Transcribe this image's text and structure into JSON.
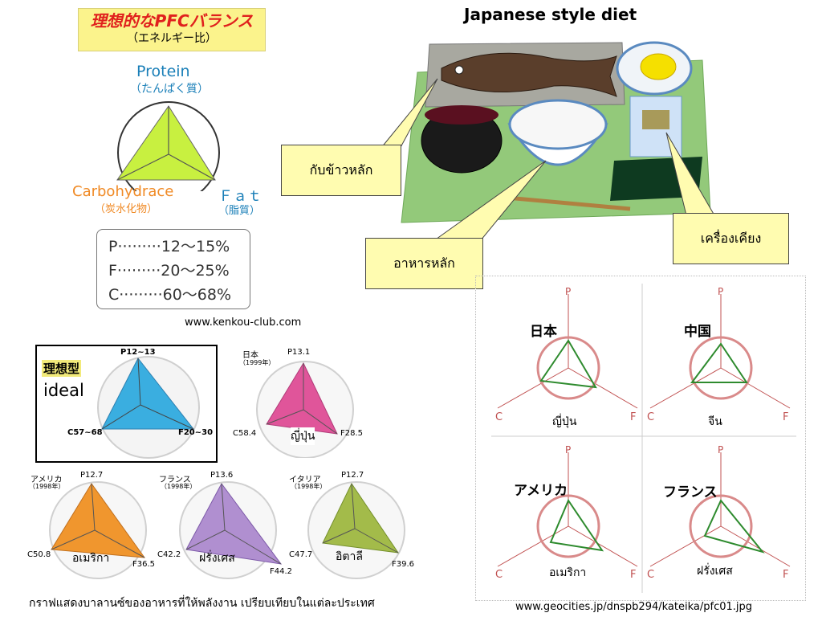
{
  "top_left": {
    "banner_title": "理想的なPFCバランス",
    "banner_subtitle": "（エネルギー比）",
    "protein_en": "Protein",
    "protein_jp": "（たんぱく質）",
    "carb_en": "Carbohydrace",
    "carb_jp": "（炭水化物）",
    "fat_en": "Ｆａｔ",
    "fat_jp": "（脂質）",
    "ranges": [
      "P·········12～15%",
      "F·········20～25%",
      "C·········60～68%"
    ],
    "source": "www.kenkou-club.com"
  },
  "meal": {
    "title": "Japanese style diet",
    "callout_side_main": "กับข้าวหลัก",
    "callout_staple": "อาหารหลัก",
    "callout_side": "เครื่องเคียง"
  },
  "mini_charts": {
    "ideal": {
      "jp": "理想型",
      "thai": "ideal",
      "p": "P12~13",
      "c": "C57~68",
      "f": "F20~30"
    },
    "japan": {
      "jp": "日本",
      "year": "（1999年）",
      "p": "P13.1",
      "c": "C58.4",
      "f": "F28.5",
      "thai": "ญี่ปุ่น"
    },
    "usa": {
      "jp": "アメリカ",
      "year": "（1998年）",
      "p": "P12.7",
      "c": "C50.8",
      "f": "F36.5",
      "thai": "อเมริกา"
    },
    "france": {
      "jp": "フランス",
      "year": "（1998年）",
      "p": "P13.6",
      "c": "C42.2",
      "f": "F44.2",
      "thai": "ฝรั่งเศส"
    },
    "italy": {
      "jp": "イタリア",
      "year": "（1998年）",
      "p": "P12.7",
      "c": "C47.7",
      "f": "F39.6",
      "thai": "อิตาลี"
    },
    "caption": "กราฟแสดงบาลานซ์ของอาหารที่ให้พลังงาน เปรียบเทียบในแต่ละประเทศ"
  },
  "radar_panel": {
    "axis_p": "P",
    "axis_c": "C",
    "axis_f": "F",
    "cells": [
      {
        "jp": "日本",
        "thai": "ญี่ปุ่น"
      },
      {
        "jp": "中国",
        "thai": "จีน"
      },
      {
        "jp": "アメリカ",
        "thai": "อเมริกา"
      },
      {
        "jp": "フランス",
        "thai": "ฝรั่งเศส"
      }
    ],
    "source": "www.geocities.jp/dnspb294/kateika/pfc01.jpg"
  },
  "colors": {
    "ideal": "#3aaee0",
    "japan": "#e0559a",
    "usa": "#f0962e",
    "france": "#b08fd0",
    "italy": "#a3bb4a",
    "top_triangle": "#c8f040",
    "radar_circle": "#d98a8a",
    "radar_green": "#2e8b2e"
  }
}
